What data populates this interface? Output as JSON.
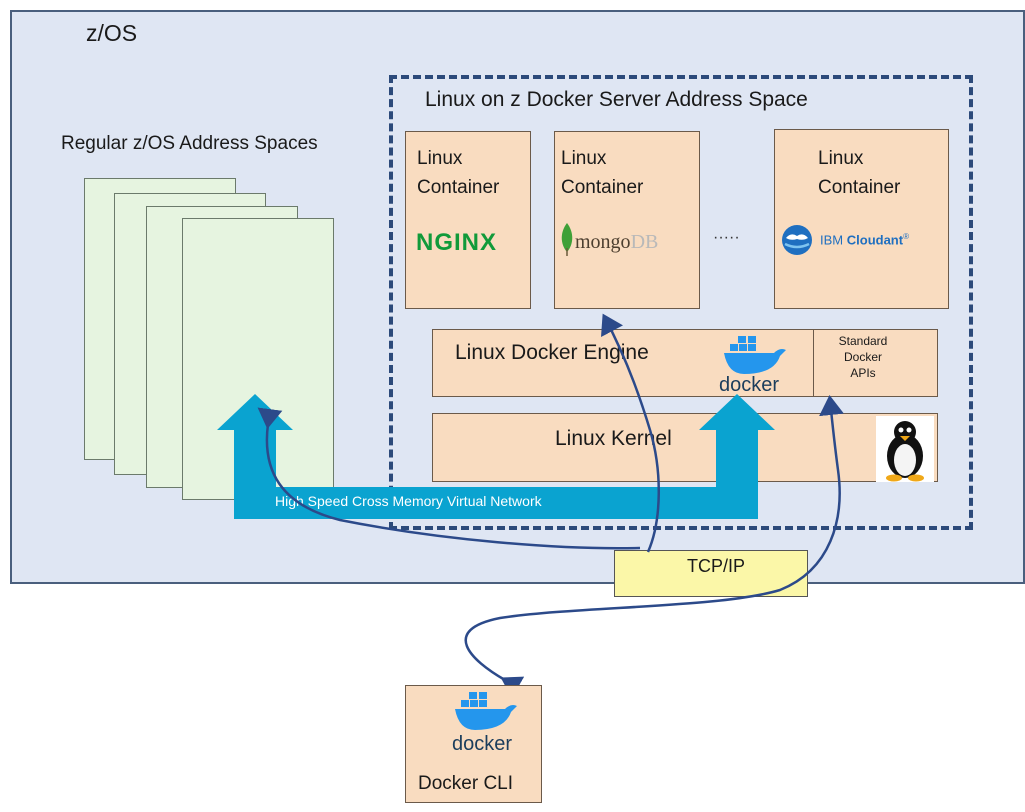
{
  "zos": {
    "title": "z/OS"
  },
  "regular_spaces": {
    "title": "Regular z/OS Address Spaces"
  },
  "docker_server": {
    "title": "Linux on z Docker Server Address Space",
    "containers": [
      {
        "line1": "Linux",
        "line2": "Container",
        "logo": "NGINX"
      },
      {
        "line1": "Linux",
        "line2": "Container",
        "logo_main": "mongo",
        "logo_suffix": "DB"
      },
      {
        "line1": "Linux",
        "line2": "Container",
        "logo_brand": "IBM",
        "logo_product": "Cloudant",
        "logo_mark": "®"
      }
    ],
    "ellipsis": "·····",
    "engine": {
      "label": "Linux Docker Engine",
      "logo_text": "docker"
    },
    "apis": {
      "line1": "Standard",
      "line2": "Docker",
      "line3": "APIs"
    },
    "kernel": {
      "label": "Linux Kernel",
      "icon": "tux-penguin-icon"
    }
  },
  "network": {
    "label": "High Speed Cross Memory Virtual Network",
    "color": "#0aa3d0"
  },
  "tcpip": {
    "label": "TCP/IP"
  },
  "cli": {
    "logo_text": "docker",
    "label": "Docker CLI"
  },
  "colors": {
    "zos_bg": "#dfe6f3",
    "page_bg": "#e6f4e0",
    "container_bg": "#f9dcc0",
    "tcpip_bg": "#fbf7a8",
    "connector": "#2c4a8a",
    "dashed_border": "#2c4a7a"
  }
}
